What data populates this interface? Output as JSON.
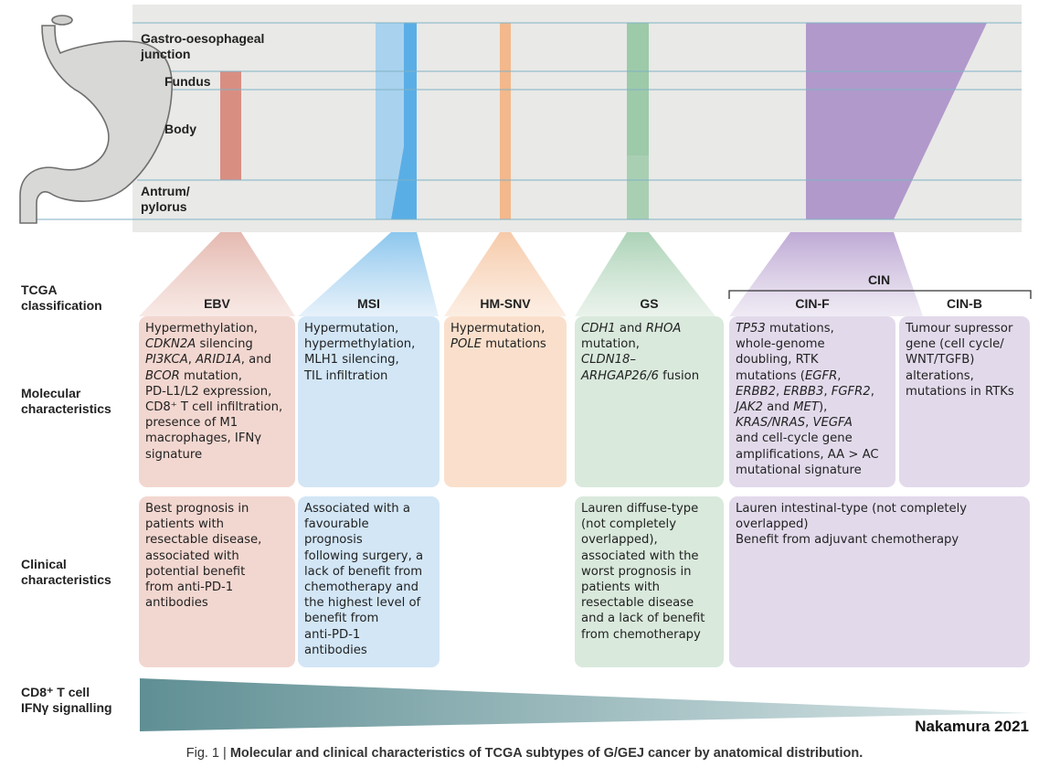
{
  "anatomy": {
    "gej": "Gastro-oesophageal junction",
    "gej_lines": [
      "Gastro-oesophageal",
      "junction"
    ],
    "fundus": "Fundus",
    "body": "Body",
    "antrum_lines": [
      "Antrum/",
      "pylorus"
    ]
  },
  "row_labels": {
    "tcga": [
      "TCGA",
      "classification"
    ],
    "molecular": [
      "Molecular",
      "characteristics"
    ],
    "clinical": [
      "Clinical",
      "characteristics"
    ],
    "cd8": [
      "CD8⁺ T cell",
      "IFNγ signalling"
    ]
  },
  "cin_group": "CIN",
  "subtypes": [
    {
      "name": "EBV",
      "color": "#dba195",
      "box_color": "#f2d7d0"
    },
    {
      "name": "MSI",
      "color": "#5aaee6",
      "box_color": "#d2e6f6"
    },
    {
      "name": "HM-SNV",
      "color": "#f3b88c",
      "box_color": "#fae0cc"
    },
    {
      "name": "GS",
      "color": "#8fc39e",
      "box_color": "#d9e9dc"
    },
    {
      "name": "CIN-F",
      "color": "#a98cc6",
      "box_color": "#e2daeb"
    },
    {
      "name": "CIN-B",
      "color": "#a98cc6",
      "box_color": "#e2daeb"
    }
  ],
  "molecular": {
    "ebv": [
      "Hypermethylation,",
      "<i>CDKN2A</i> silencing",
      "<i>PI3KCA</i>, <i>ARID1A</i>, and",
      "<i>BCOR</i> mutation,",
      "PD-L1/L2 expression,",
      "CD8⁺ T cell infiltration,",
      "presence of M1",
      "macrophages, IFNγ",
      "signature"
    ],
    "msi": [
      "Hypermutation,",
      "hypermethylation,",
      "MLH1 silencing,",
      "TIL infiltration"
    ],
    "hmsnv": [
      "Hypermutation,",
      "<i>POLE</i> mutations"
    ],
    "gs": [
      "<i>CDH1</i> and <i>RHOA</i>",
      "mutation,",
      "<i>CLDN18–</i>",
      "<i>ARHGAP26/6</i> fusion"
    ],
    "cinf": [
      "<i>TP53</i> mutations,",
      "whole-genome",
      "doubling, RTK",
      "mutations (<i>EGFR</i>,",
      "<i>ERBB2</i>, <i>ERBB3</i>, <i>FGFR2</i>,",
      "<i>JAK2</i> and <i>MET</i>),",
      "<i>KRAS/NRAS</i>, <i>VEGFA</i>",
      "and cell-cycle gene",
      "amplifications, AA > AC",
      "mutational signature"
    ],
    "cinb": [
      "Tumour supressor",
      "gene (cell cycle/",
      "WNT/TGFB)",
      "alterations,",
      "mutations in RTKs"
    ]
  },
  "clinical": {
    "ebv": [
      "Best prognosis in",
      "patients with",
      "resectable disease,",
      "associated with",
      "potential benefit",
      "from anti-PD-1",
      "antibodies"
    ],
    "msi": [
      "Associated with a",
      "favourable",
      "prognosis",
      "following surgery, a",
      "lack of benefit from",
      "chemotherapy and",
      "the highest level of",
      "benefit from",
      "anti-PD-1",
      "antibodies"
    ],
    "gs": [
      "Lauren diffuse-type",
      "(not completely",
      "overlapped),",
      "associated with the",
      "worst prognosis in",
      "patients with",
      "resectable disease",
      "and a lack of benefit",
      "from chemotherapy"
    ],
    "cin": [
      "Lauren intestinal-type (not completely",
      "overlapped)",
      "Benefit from adjuvant chemotherapy"
    ]
  },
  "credit": "Nakamura 2021",
  "caption": {
    "prefix": "Fig. 1 | ",
    "title": "Molecular and clinical characteristics of TCGA subtypes of G/GEJ cancer by anatomical distribution."
  },
  "colors": {
    "panel_bg": "#e9e9e7",
    "guide_line": "#7fb2c4",
    "gradient_dark": "#5f8f94",
    "gradient_light": "#dce8e9"
  }
}
